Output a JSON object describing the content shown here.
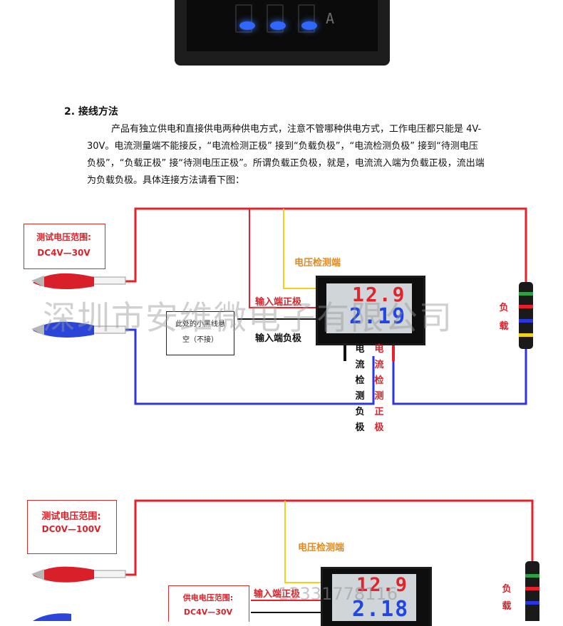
{
  "top_meter": {
    "unit": "A"
  },
  "section": {
    "title": "2. 接线方法",
    "paragraph": "产品有独立供电和直接供电两种供电方式，注意不管哪种供电方式，工作电压都只能是 4V-30V。电流测量端不能接反，“电流检测正极” 接到“负载负极”，“电流检测负极” 接到“待测电压负极”，“负载正极” 接“待测电压正极”。所谓负载正负极，就是，电流流入端为负载正极，流出端为负载负极。具体连接方法请看下图："
  },
  "diagram1": {
    "range_label": "测试电压范围:",
    "range_value": "DC4V—30V",
    "voltage_detect": "电压检测端",
    "input_pos": "输入端正极",
    "input_neg": "输入端负极",
    "unused_note_line1": "此处的小黑线悬",
    "unused_note_line2": "空（不接）",
    "display_top": "12.9",
    "display_bottom": "2.19",
    "current_neg": [
      "电",
      "流",
      "检",
      "测",
      "负",
      "极"
    ],
    "current_pos": [
      "电",
      "流",
      "检",
      "测",
      "正",
      "极"
    ],
    "load": [
      "负",
      "载"
    ]
  },
  "diagram2": {
    "range_label": "测试电压范围:",
    "range_value": "DC0V—100V",
    "voltage_detect": "电压检测端",
    "input_pos": "输入端正极",
    "supply_label": "供电电压范围:",
    "supply_value": "DC4V—30V",
    "display_top": "12.9",
    "display_bottom": "2.18",
    "load": [
      "负",
      "载"
    ]
  },
  "watermarks": {
    "company": "深圳市安维微电子有限公司",
    "phone": "13331778116"
  },
  "colors": {
    "red_wire": "#e8202a",
    "blue_wire": "#2b35e0",
    "black_wire": "#111111",
    "yellow_wire": "#f1d21a",
    "label_red": "#d8232a",
    "label_orange": "#e08a1e"
  }
}
